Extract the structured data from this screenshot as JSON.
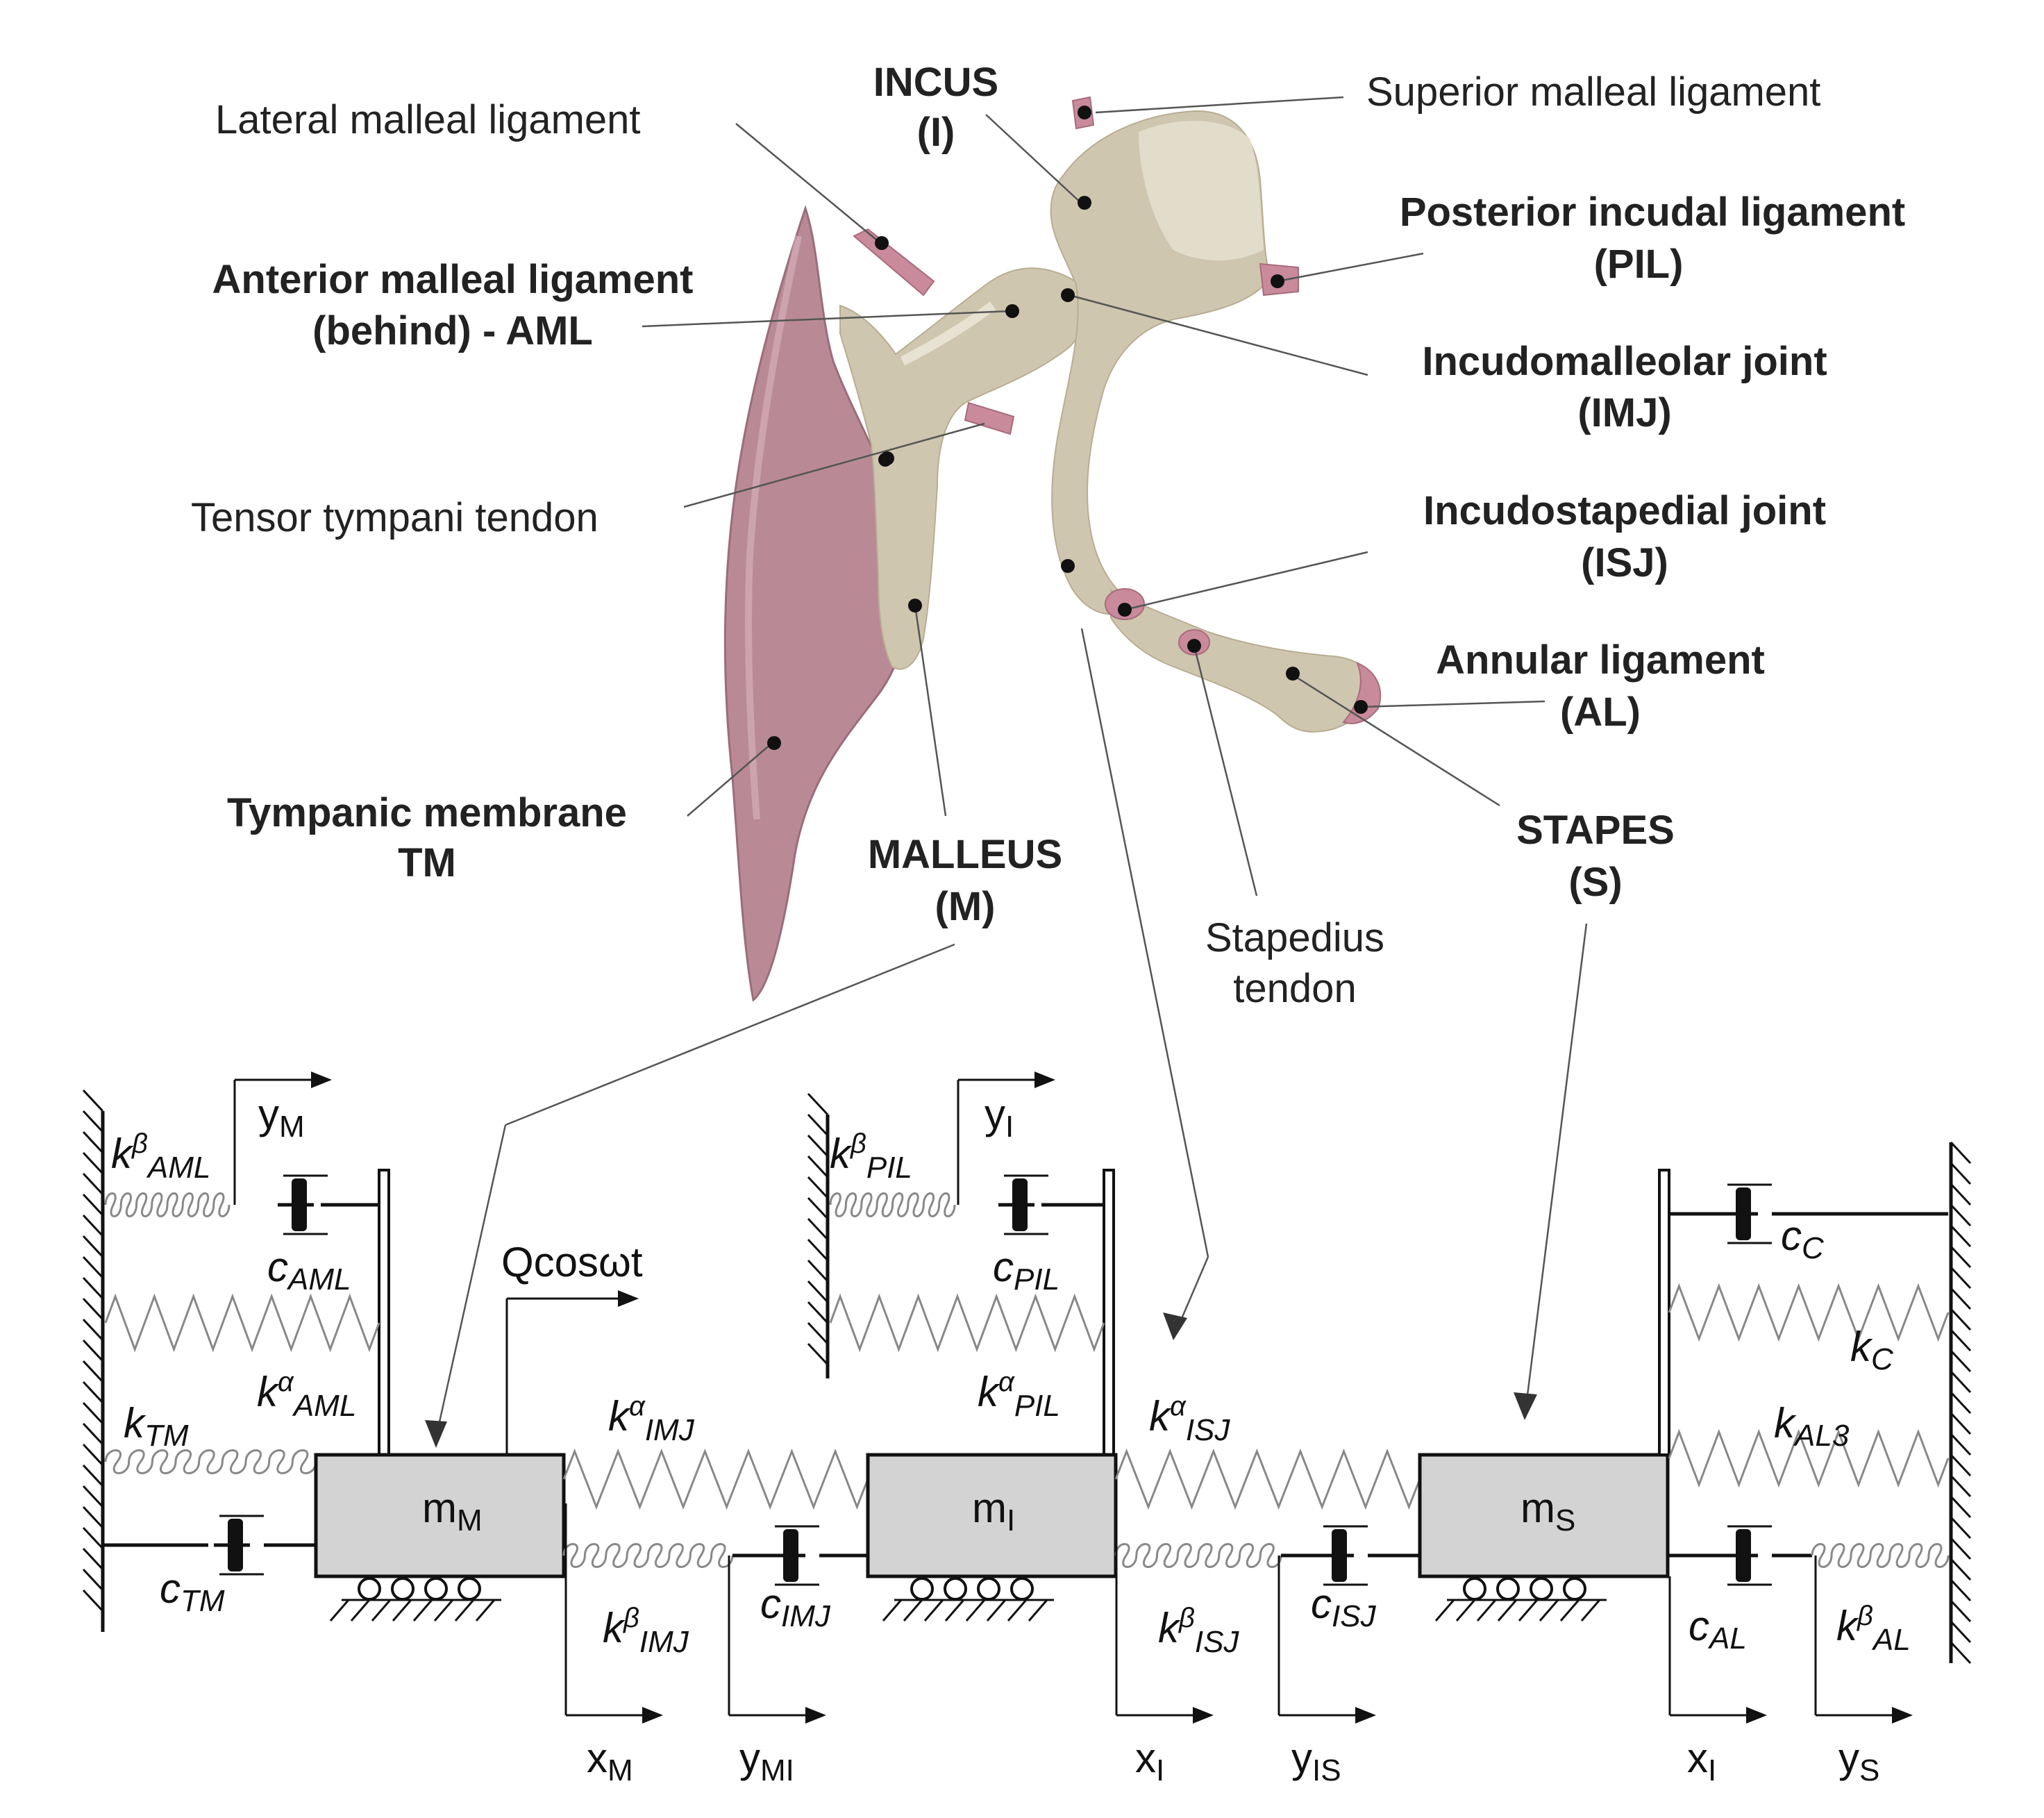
{
  "labels": {
    "incus": "INCUS",
    "incus_abbr": "(I)",
    "lateral_malleal": "Lateral malleal ligament",
    "superior_malleal": "Superior malleal ligament",
    "posterior_incudal": "Posterior incudal ligament",
    "posterior_incudal_abbr": "(PIL)",
    "anterior_malleal_1": "Anterior malleal ligament",
    "anterior_malleal_2": "(behind) - AML",
    "incudomalleolar": "Incudomalleolar joint",
    "incudomalleolar_abbr": "(IMJ)",
    "tensor_tympani": "Tensor tympani tendon",
    "incudostapedial": "Incudostapedial joint",
    "incudostapedial_abbr": "(ISJ)",
    "annular": "Annular ligament",
    "annular_abbr": "(AL)",
    "tympanic_1": "Tympanic membrane",
    "tympanic_2": "TM",
    "malleus": "MALLEUS",
    "malleus_abbr": "(M)",
    "stapes": "STAPES",
    "stapes_abbr": "(S)",
    "stapedius_1": "Stapedius",
    "stapedius_2": "tendon"
  },
  "model": {
    "masses": {
      "m_M": [
        "m",
        "M"
      ],
      "m_I": [
        "m",
        "I"
      ],
      "m_S": [
        "m",
        "S"
      ]
    },
    "force": "Qcosωt",
    "params": {
      "k_beta_AML": [
        "k",
        "β",
        "AML"
      ],
      "c_AML": [
        "c",
        "AML"
      ],
      "k_alpha_AML": [
        "k",
        "α",
        "AML"
      ],
      "k_TM": [
        "k",
        "TM"
      ],
      "c_TM": [
        "c",
        "TM"
      ],
      "k_alpha_IMJ": [
        "k",
        "α",
        "IMJ"
      ],
      "k_beta_IMJ": [
        "k",
        "β",
        "IMJ"
      ],
      "c_IMJ": [
        "c",
        "IMJ"
      ],
      "k_beta_PIL": [
        "k",
        "β",
        "PIL"
      ],
      "c_PIL": [
        "c",
        "PIL"
      ],
      "k_alpha_PIL": [
        "k",
        "α",
        "PIL"
      ],
      "k_alpha_ISJ": [
        "k",
        "α",
        "ISJ"
      ],
      "k_beta_ISJ": [
        "k",
        "β",
        "ISJ"
      ],
      "c_ISJ": [
        "c",
        "ISJ"
      ],
      "c_C": [
        "c",
        "C"
      ],
      "k_C": [
        "k",
        "C"
      ],
      "k_AL3": [
        "k",
        "AL3"
      ],
      "c_AL": [
        "c",
        "AL"
      ],
      "k_beta_AL": [
        "k",
        "β",
        "AL"
      ]
    },
    "coords": {
      "y_M": [
        "y",
        "M"
      ],
      "y_I": [
        "y",
        "I"
      ],
      "x_M": [
        "x",
        "M"
      ],
      "y_MI": [
        "y",
        "MI"
      ],
      "x_I": [
        "x",
        "I"
      ],
      "y_IS": [
        "y",
        "IS"
      ],
      "x_I2": [
        "x",
        "I"
      ],
      "y_S": [
        "y",
        "S"
      ]
    }
  },
  "colors": {
    "bone": "#cfc6b0",
    "ligament": "#c98a9c",
    "membrane": "#b98a96",
    "mass_fill": "#d3d3d3"
  }
}
